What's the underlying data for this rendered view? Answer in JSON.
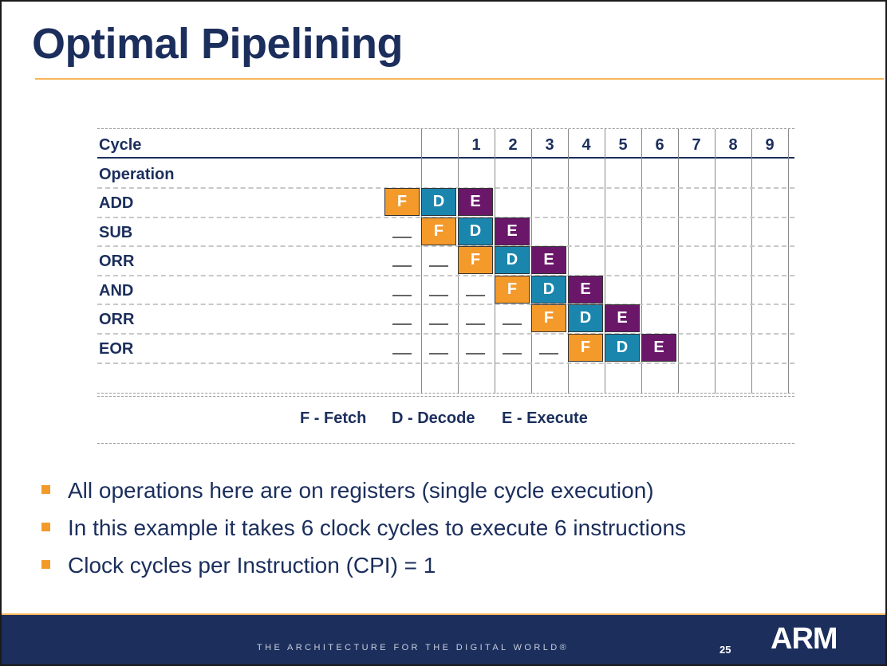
{
  "slide": {
    "title": "Optimal Pipelining",
    "page_number": "25",
    "footer_tagline": "THE ARCHITECTURE FOR THE DIGITAL WORLD®",
    "logo_text": "ARM",
    "colors": {
      "navy": "#1b2e5c",
      "accent": "#f6b55a",
      "fetch": "#f39a2b",
      "decode": "#1a86ad",
      "execute": "#6a176a"
    }
  },
  "table": {
    "cycle_header": "Cycle",
    "operation_header": "Operation",
    "cycles": [
      "1",
      "2",
      "3",
      "4",
      "5",
      "6",
      "7",
      "8",
      "9"
    ],
    "rows": [
      {
        "label": "ADD",
        "start": 0
      },
      {
        "label": "SUB",
        "start": 1
      },
      {
        "label": "ORR",
        "start": 2
      },
      {
        "label": "AND",
        "start": 3
      },
      {
        "label": "ORR",
        "start": 4
      },
      {
        "label": "EOR",
        "start": 5
      }
    ],
    "stages": [
      "F",
      "D",
      "E"
    ]
  },
  "legend": {
    "fetch": "F - Fetch",
    "decode": "D - Decode",
    "execute": "E - Execute"
  },
  "bullets": [
    "All operations here are on registers (single cycle execution)",
    "In this example it takes 6 clock cycles to execute 6 instructions",
    "Clock cycles per Instruction (CPI) = 1"
  ]
}
